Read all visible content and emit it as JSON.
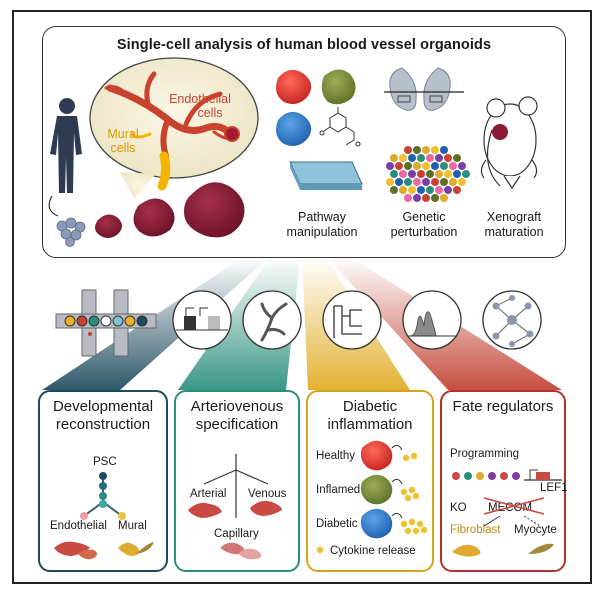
{
  "figure": {
    "title": "Single-cell analysis of human blood vessel organoids",
    "vessel_labels": {
      "endothelial": "Endothelial cells",
      "mural": "Mural cells"
    },
    "columns": [
      {
        "label": "Pathway manipulation",
        "icon": "well-plate-icon"
      },
      {
        "label": "Genetic perturbation",
        "icon": "pooled-library-icon"
      },
      {
        "label": "Xenograft maturation",
        "icon": "mouse-icon"
      }
    ],
    "analysis_icons": [
      "single-cell-chip-icon",
      "gene-regulation-icon",
      "vessel-branch-icon",
      "dendrogram-icon",
      "peak-plot-icon",
      "network-icon"
    ],
    "panels": [
      {
        "title": "Developmental reconstruction",
        "color": "#1d4a5c",
        "labels": {
          "root": "PSC",
          "left": "Endothelial",
          "right": "Mural"
        }
      },
      {
        "title": "Arteriovenous specification",
        "color": "#2a8e7e",
        "labels": {
          "left": "Arterial",
          "right": "Venous",
          "bottom": "Capillary"
        }
      },
      {
        "title": "Diabetic inflammation",
        "color": "#d6a31c",
        "rows": [
          "Healthy",
          "Inflamed",
          "Diabetic"
        ],
        "legend": "Cytokine release"
      },
      {
        "title": "Fate regulators",
        "color": "#b3322c",
        "labels": {
          "programming": "Programming",
          "gene": "LEF1",
          "ko": "KO",
          "target": "MECOM",
          "fibro": "Fibroblast",
          "myo": "Myocyte"
        }
      }
    ]
  }
}
